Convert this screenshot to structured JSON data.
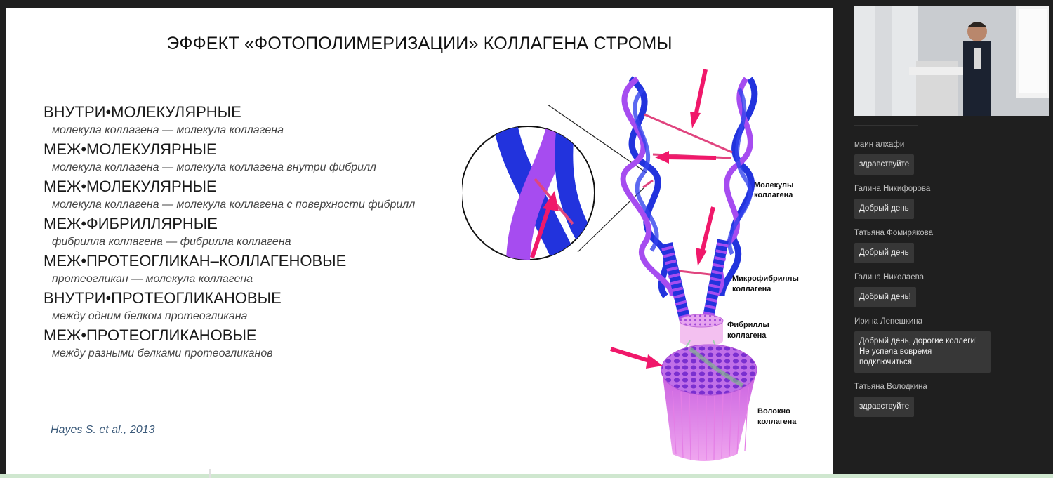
{
  "slide": {
    "title": "ЭФФЕКТ «ФОТОПОЛИМЕРИЗАЦИИ» КОЛЛАГЕНА СТРОМЫ",
    "bonds": [
      {
        "heading": "ВНУТРИ•МОЛЕКУЛЯРНЫЕ",
        "desc": "молекула коллагена — молекула коллагена"
      },
      {
        "heading": "МЕЖ•МОЛЕКУЛЯРНЫЕ",
        "desc": "молекула коллагена — молекула коллагена внутри фибрилл"
      },
      {
        "heading": "МЕЖ•МОЛЕКУЛЯРНЫЕ",
        "desc": "молекула коллагена — молекула коллагена с поверхности фибрилл"
      },
      {
        "heading": "МЕЖ•ФИБРИЛЛЯРНЫЕ",
        "desc": "фибрилла коллагена — фибрилла коллагена"
      },
      {
        "heading": "МЕЖ•ПРОТЕОГЛИКАН–КОЛЛАГЕНОВЫЕ",
        "desc": "протеогликан — молекула коллагена"
      },
      {
        "heading": "ВНУТРИ•ПРОТЕОГЛИКАНОВЫЕ",
        "desc": "между одним белком протеогликана"
      },
      {
        "heading": "МЕЖ•ПРОТЕОГЛИКАНОВЫЕ",
        "desc": "между разными белками протеогликанов"
      }
    ],
    "citation": "Hayes S. et al., 2013",
    "diagram": {
      "labels": {
        "molecules": [
          "Молекулы",
          "коллагена"
        ],
        "microfibrils": [
          "Микрофибриллы",
          "коллагена"
        ],
        "fibrils": [
          "Фибриллы",
          "коллагена"
        ],
        "fiber": [
          "Волокно",
          "коллагена"
        ]
      },
      "colors": {
        "blue": "#2233dd",
        "violet": "#a64cf0",
        "arrow": "#f0186a",
        "pink": "#e85ad8"
      }
    }
  },
  "chat": {
    "messages": [
      {
        "author": "маин алхафи",
        "text": "здравствуйте"
      },
      {
        "author": "Галина Никифорова",
        "text": "Добрый день"
      },
      {
        "author": "Татьяна Фомирякова",
        "text": "Добрый день"
      },
      {
        "author": "Галина Николаева",
        "text": "Добрый день!"
      },
      {
        "author": "Ирина Лепешкина",
        "text": "Добрый день, дорогие коллеги! Не успела вовремя подключиться."
      },
      {
        "author": "Татьяна Володкина",
        "text": "здравствуйте"
      }
    ]
  }
}
